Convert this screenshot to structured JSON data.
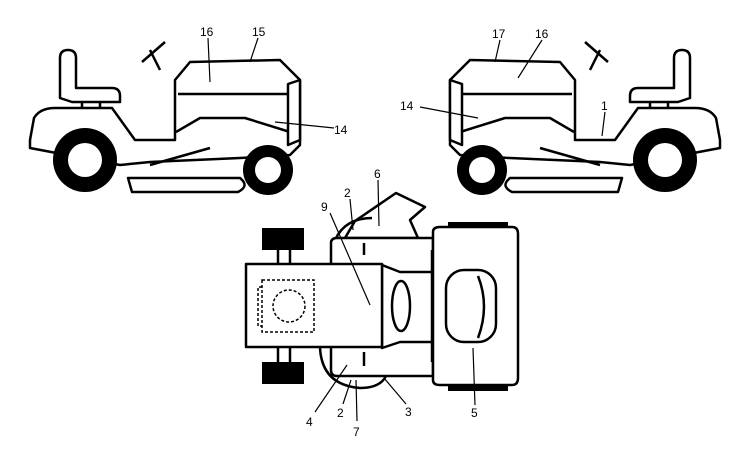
{
  "diagram": {
    "left_view": {
      "labels": [
        "16",
        "15",
        "14"
      ]
    },
    "right_view": {
      "labels": [
        "17",
        "16",
        "14",
        "1"
      ]
    },
    "top_view": {
      "labels": [
        "2",
        "6",
        "9",
        "4",
        "2",
        "7",
        "3",
        "5"
      ]
    }
  }
}
